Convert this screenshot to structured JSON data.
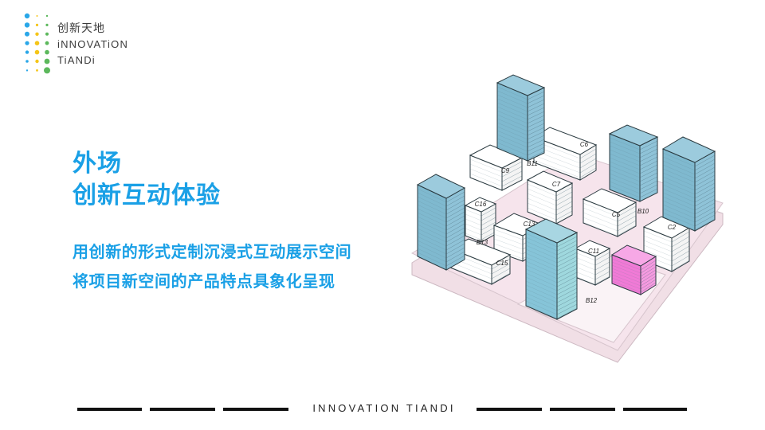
{
  "logo": {
    "name_cn": "创新天地",
    "name_en_line1": "iNNOVATiON",
    "name_en_line2": "TiANDi",
    "dot_colors": [
      "#2aa7e8",
      "#f5c518",
      "#5cb85c"
    ]
  },
  "title": {
    "line1": "外场",
    "line2": "创新互动体验"
  },
  "subtitle": {
    "line1": "用创新的形式定制沉浸式互动展示空间",
    "line2": "将项目新空间的产品特点具象化呈现"
  },
  "illustration": {
    "labels": [
      "C6",
      "B11",
      "C9",
      "C7",
      "B10",
      "C5",
      "C2",
      "C16",
      "C13",
      "B13",
      "C15",
      "C11",
      "B12"
    ],
    "colors": {
      "tower": "#7fb9cf",
      "accent_tower": "#f07ad6",
      "plot": "#f6e4ec"
    }
  },
  "footer": {
    "text": "INNOVATION  TIANDI"
  },
  "colors": {
    "accent": "#1aa0e6",
    "text": "#3a3a3a"
  }
}
